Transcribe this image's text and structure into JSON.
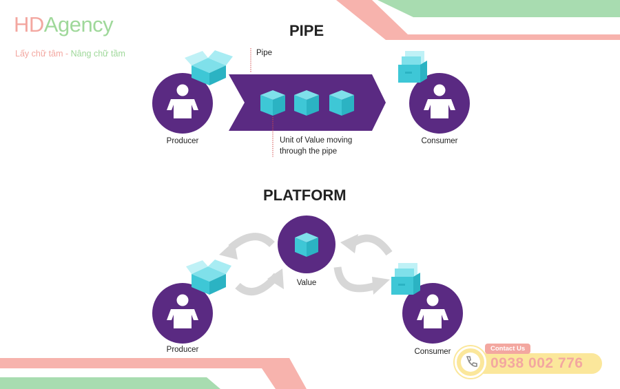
{
  "logo": {
    "hd": "HD",
    "agency": "Agency",
    "tagline_a": "Lấy chữ tâm - ",
    "tagline_b": "Nâng chữ tầm"
  },
  "pipe": {
    "title": "PIPE",
    "pipe_label": "Pipe",
    "unit_label_1": "Unit of Value moving",
    "unit_label_2": "through the pipe",
    "producer": "Producer",
    "consumer": "Consumer"
  },
  "platform": {
    "title": "PLATFORM",
    "value": "Value",
    "producer": "Producer",
    "consumer": "Consumer"
  },
  "contact": {
    "tag": "Contact Us",
    "phone": "0938 002 776"
  },
  "colors": {
    "purple": "#5a2a82",
    "cyan": "#3ec7d6",
    "pink": "#f3a7a0",
    "green": "#9fd89a",
    "gray_arrow": "#d7d7d7"
  }
}
